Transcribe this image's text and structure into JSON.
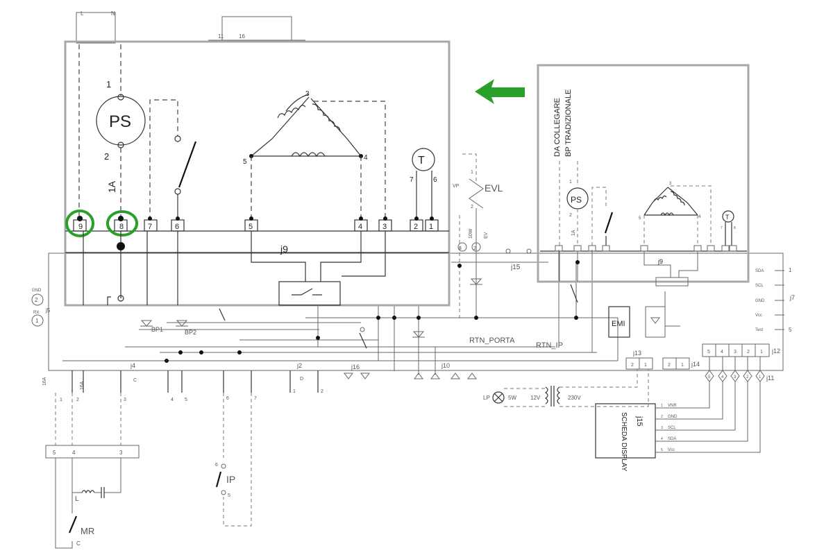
{
  "colors": {
    "highlight": "#2aa02a",
    "frame": "#a8a8a8",
    "line": "#333333",
    "arrow": "#2aa02a"
  },
  "base": {
    "top_L": "L",
    "top_N": "N",
    "top_11": "11",
    "top_16": "16",
    "evl": "EVL",
    "evl_1": "1",
    "evl_2": "2",
    "vp": "VP",
    "w10": "10W",
    "ev": "EV",
    "j3": "3",
    "j2": "2",
    "j15": "j15",
    "j5": "j5",
    "gnd_num": "2",
    "gnd_label": "GND",
    "rx_num": "1",
    "rx_label": "RX",
    "bp1": "BP1",
    "bp2": "BP2",
    "rtn_porta": "RTN_PORTA",
    "rtn_ip": "RTN_IP",
    "emi": "EMI",
    "j13": "j13",
    "j13_p2": "2",
    "j13_p1": "1",
    "j14": "j14",
    "j14_p2": "2",
    "j14_p1": "1",
    "j12": "j12",
    "j12_pins": [
      "5",
      "4",
      "3",
      "2",
      "1"
    ],
    "j11": "j11",
    "j11_pins": [
      "5",
      "4",
      "3",
      "2",
      "1"
    ],
    "j7": "j7",
    "j7_1": "1",
    "j7_5": "5",
    "right_labels": [
      "SDA",
      "SCL",
      "GND",
      "Vcc",
      "Test"
    ],
    "j4": "j4",
    "j2b": "j2",
    "j16": "j16",
    "j10": "j10",
    "amp16a": "16A",
    "amp16a2": "16A",
    "c_label": "C",
    "d_label": "D",
    "bottom_pins": [
      "1",
      "2",
      "3",
      "4",
      "5",
      "6",
      "7",
      "1",
      "2"
    ],
    "lp": "LP",
    "lp_w": "5W",
    "v12": "12V",
    "v230": "230V",
    "display_title": "SCHEDA DISPLAY",
    "display_j15": "j15",
    "display_pins": [
      "VNR",
      "GND",
      "SCL",
      "SDA",
      "Vcc"
    ],
    "display_pin_nums": [
      "1",
      "2",
      "3",
      "4",
      "5"
    ],
    "tb_5": "5",
    "tb_4": "4",
    "tb_3": "3",
    "l_label": "L",
    "mr": "MR",
    "mr_c": "C",
    "ip": "IP",
    "ip_6": "6",
    "ip_5": "5"
  },
  "zoom": {
    "ps": "PS",
    "ps_1": "1",
    "ps_2": "2",
    "ps_1a": "1A",
    "motor_3": "3",
    "motor_4": "4",
    "motor_5": "5",
    "t": "T",
    "t_7": "7",
    "t_6": "6",
    "pins": [
      "9",
      "8",
      "7",
      "6",
      "5",
      "4",
      "3",
      "2",
      "1"
    ],
    "j9": "j9"
  },
  "inset": {
    "caption_1": "DA  COLLEGARE",
    "caption_2": "BP  TRADIZIONALE",
    "ps": "PS",
    "ps_1": "1",
    "ps_2": "2",
    "ps_1a": "1A",
    "t": "T",
    "j9": "j9",
    "motor_3": "3",
    "motor_4": "4",
    "motor_5": "5",
    "t_7": "7",
    "t_8": "8"
  }
}
